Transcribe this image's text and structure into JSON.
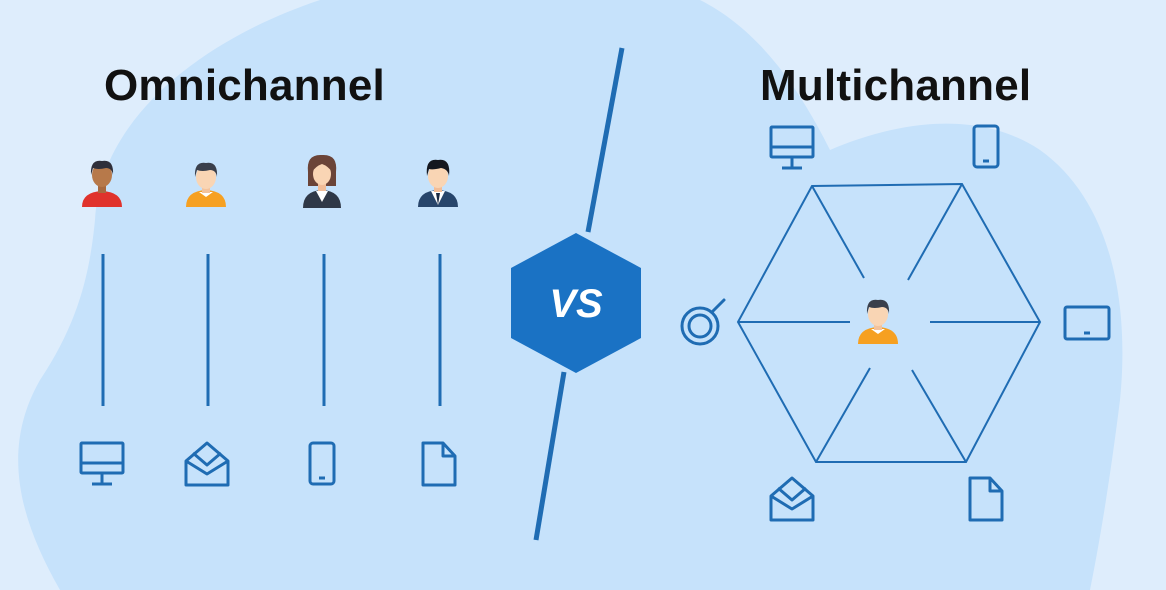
{
  "left": {
    "title": "Omnichannel"
  },
  "right": {
    "title": "Multichannel"
  },
  "center": {
    "badge_text": "VS"
  },
  "colors": {
    "background": "#deedfc",
    "blob": "#c6e2fb",
    "line": "#1f6cb3",
    "hexagon": "#1a72c4",
    "title": "#111111"
  },
  "icons": {
    "omnichannel_people": [
      "person-red-shirt",
      "person-orange-shirt",
      "woman-business",
      "man-business"
    ],
    "omnichannel_channels": [
      "monitor",
      "envelope",
      "smartphone",
      "document"
    ],
    "multichannel_center": "person-orange-shirt",
    "multichannel_channels": [
      "monitor",
      "smartphone",
      "tablet",
      "document",
      "envelope",
      "magnifier"
    ]
  }
}
